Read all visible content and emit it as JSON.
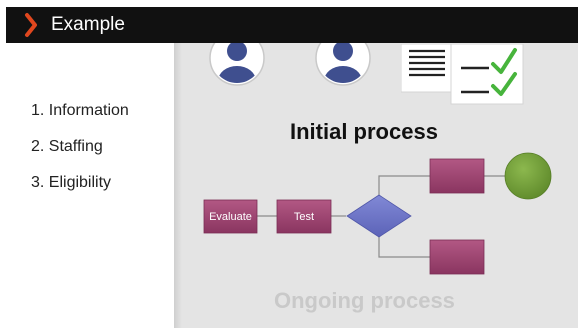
{
  "header": {
    "title": "Example",
    "chevron_icon": "chevron-right-icon",
    "accent_color": "#e0471e"
  },
  "sidebar": {
    "items": [
      {
        "label": "1. Information"
      },
      {
        "label": "2. Staffing"
      },
      {
        "label": "3. Eligibility"
      }
    ]
  },
  "main": {
    "initial_heading": "Initial process",
    "ongoing_heading": "Ongoing process",
    "flow": {
      "steps": [
        {
          "label": "Evaluate"
        },
        {
          "label": "Test"
        }
      ]
    },
    "colors": {
      "process_box": "#9a3f6a",
      "decision": "#6a72c8",
      "end_circle": "#6f9a35",
      "check": "#47b43c"
    }
  }
}
